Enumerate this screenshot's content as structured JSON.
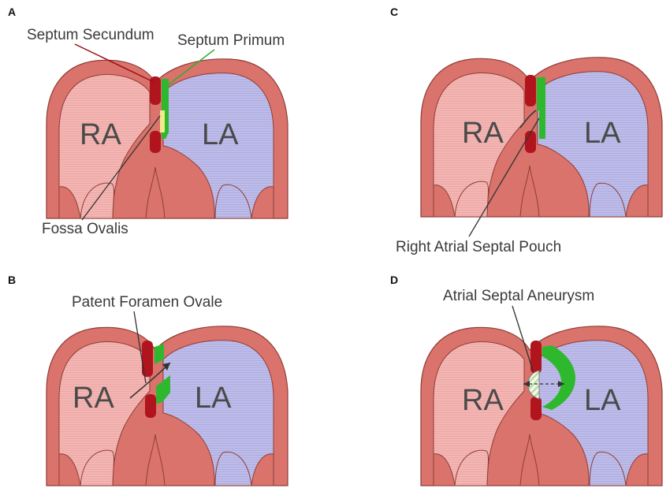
{
  "panels": [
    {
      "letter": "A",
      "chambers": {
        "right": "RA",
        "left": "LA"
      },
      "callouts": [
        "Septum Secundum",
        "Septum Primum",
        "Fossa Ovalis"
      ]
    },
    {
      "letter": "B",
      "chambers": {
        "right": "RA",
        "left": "LA"
      },
      "callouts": [
        "Patent Foramen Ovale"
      ]
    },
    {
      "letter": "C",
      "chambers": {
        "right": "RA",
        "left": "LA"
      },
      "callouts": [
        "Right Atrial Septal Pouch"
      ]
    },
    {
      "letter": "D",
      "chambers": {
        "right": "RA",
        "left": "LA"
      },
      "callouts": [
        "Atrial Septal Aneurysm"
      ]
    }
  ],
  "colors": {
    "wall": "#d9736b",
    "wall_dark": "#8f3d37",
    "ra_fill": "#f3b3b0",
    "la_fill": "#b9b7e6",
    "septum_secundum": "#b0141c",
    "septum_primum": "#2eb82e",
    "leader_secundum": "#9a1018",
    "leader_primum": "#2fae2f",
    "leader_default": "#333333",
    "aneurysm_hatch": "#bfe3a6"
  }
}
